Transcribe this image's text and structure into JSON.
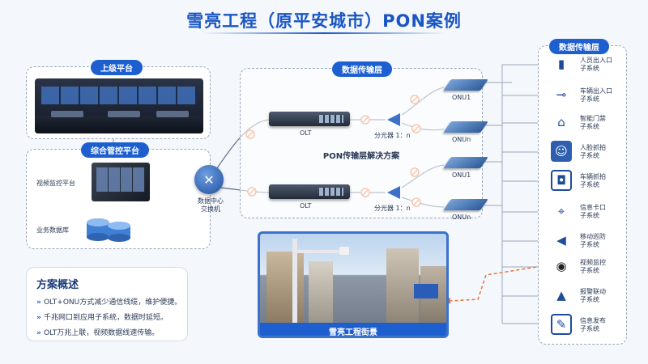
{
  "title": "雪亮工程（原平安城市）PON案例",
  "upper_platform": {
    "label": "上级平台"
  },
  "integrated_platform": {
    "label": "综合管控平台",
    "video_label": "视频监控平台",
    "db_label": "业务数据库"
  },
  "core_switch": {
    "label_line1": "数据中心",
    "label_line2": "交换机"
  },
  "transmission": {
    "label": "数据传输层",
    "solution_label": "PON传输层解决方案"
  },
  "olt": {
    "top_label": "OLT",
    "bottom_label": "OLT"
  },
  "splitter": {
    "top_label": "分光器 1：n",
    "bottom_label": "分光器 1：n"
  },
  "onu": {
    "top1": "ONU1",
    "topn": "ONUn",
    "bottom1": "ONU1",
    "bottomn": "ONUn"
  },
  "right_panel": {
    "label": "数据传输层"
  },
  "subsystems": [
    {
      "line1": "人员出入口",
      "line2": "子系统",
      "icon": "door-icon"
    },
    {
      "line1": "车辆出入口",
      "line2": "子系统",
      "icon": "barrier-gate-icon"
    },
    {
      "line1": "智能门禁",
      "line2": "子系统",
      "icon": "access-control-icon"
    },
    {
      "line1": "人脸抓拍",
      "line2": "子系统",
      "icon": "face-capture-icon"
    },
    {
      "line1": "车辆抓拍",
      "line2": "子系统",
      "icon": "car-capture-icon"
    },
    {
      "line1": "信息卡口",
      "line2": "子系统",
      "icon": "checkpoint-icon"
    },
    {
      "line1": "移动巡防",
      "line2": "子系统",
      "icon": "mobile-patrol-icon"
    },
    {
      "line1": "视频监控",
      "line2": "子系统",
      "icon": "cctv-icon"
    },
    {
      "line1": "报警联动",
      "line2": "子系统",
      "icon": "alarm-icon"
    },
    {
      "line1": "信息发布",
      "line2": "子系统",
      "icon": "info-board-icon"
    }
  ],
  "street_photo": {
    "caption": "雪亮工程街景"
  },
  "overview": {
    "title": "方案概述",
    "bullets": [
      "OLT+ONU方式减少通信线缆，维护便捷。",
      "千兆网口到应用子系统，数据时延短。",
      "OLT万兆上联，视频数据线速传输。"
    ]
  },
  "colors": {
    "brand_blue": "#1e5fd0",
    "title_blue": "#1a56c4",
    "fiber_orange": "#e8743a"
  }
}
